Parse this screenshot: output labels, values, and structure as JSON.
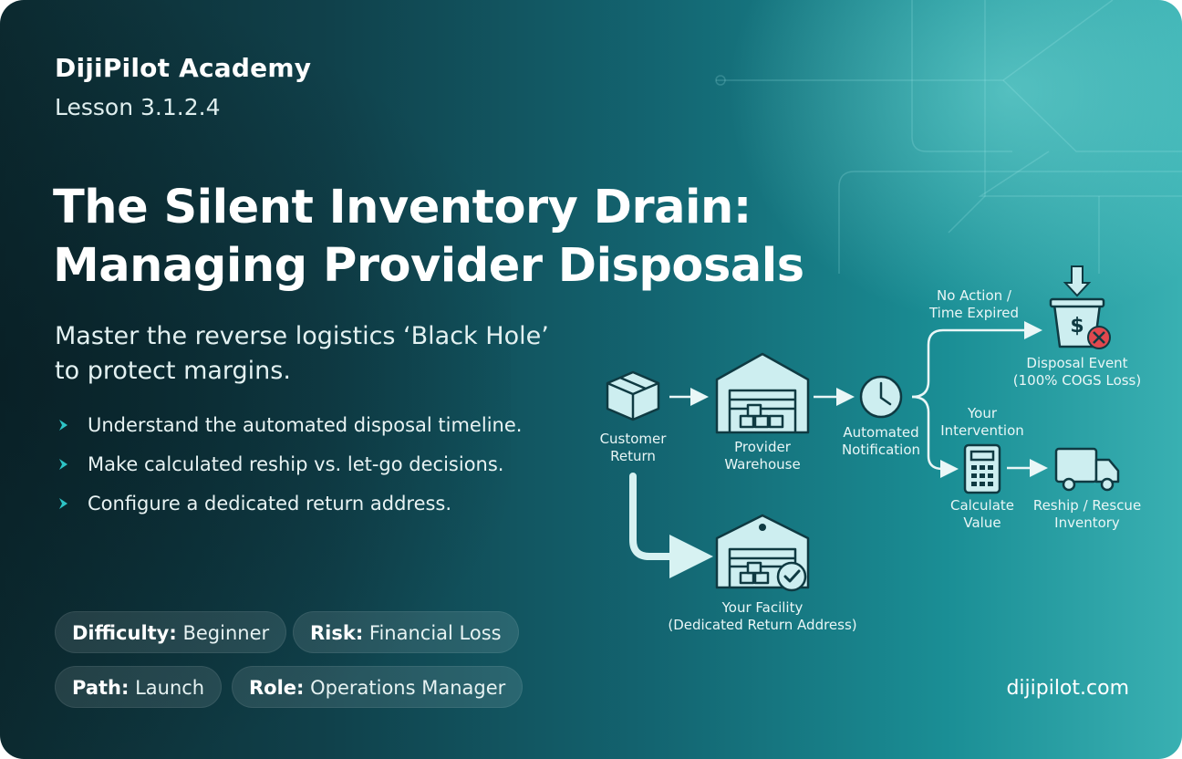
{
  "brand": "DijiPilot Academy",
  "lesson": "Lesson 3.1.2.4",
  "title_lines": [
    "The Silent Inventory Drain:",
    "Managing Provider Disposals"
  ],
  "subtitle_lines": [
    "Master the reverse logistics ‘Black Hole’",
    "to protect margins."
  ],
  "bullets": [
    "Understand the automated disposal timeline.",
    "Make calculated reship vs. let-go decisions.",
    "Configure a dedicated return address."
  ],
  "tags": [
    {
      "key": "Difficulty:",
      "value": " Beginner"
    },
    {
      "key": "Risk:",
      "value": " Financial Loss"
    },
    {
      "key": "Path:",
      "value": " Launch"
    },
    {
      "key": "Role:",
      "value": " Operations Manager"
    }
  ],
  "website": "dijipilot.com",
  "colors": {
    "accent": "#2ec4c6",
    "danger": "#e0484e",
    "icon_fill": "#cdeef0",
    "icon_stroke": "#0f3a42"
  },
  "flow": {
    "nodes": {
      "customer_return": {
        "label": [
          "Customer",
          "Return"
        ],
        "icon": "box-icon"
      },
      "provider_warehouse": {
        "label": [
          "Provider",
          "Warehouse"
        ],
        "icon": "warehouse-icon"
      },
      "automated_notification": {
        "label": [
          "Automated",
          "Notification"
        ],
        "icon": "clock-icon"
      },
      "disposal_event": {
        "label": [
          "Disposal Event",
          "(100% COGS Loss)"
        ],
        "icon": "trash-dollar-icon"
      },
      "calculate_value": {
        "label": [
          "Calculate",
          "Value"
        ],
        "icon": "calculator-icon"
      },
      "reship_rescue": {
        "label": [
          "Reship / Rescue",
          "Inventory"
        ],
        "icon": "truck-icon"
      },
      "your_facility": {
        "label": [
          "Your Facility",
          "(Dedicated Return Address)"
        ],
        "icon": "warehouse-check-icon"
      }
    },
    "branches": {
      "no_action": [
        "No Action /",
        "Time Expired"
      ],
      "intervention": [
        "Your",
        "Intervention"
      ]
    }
  }
}
